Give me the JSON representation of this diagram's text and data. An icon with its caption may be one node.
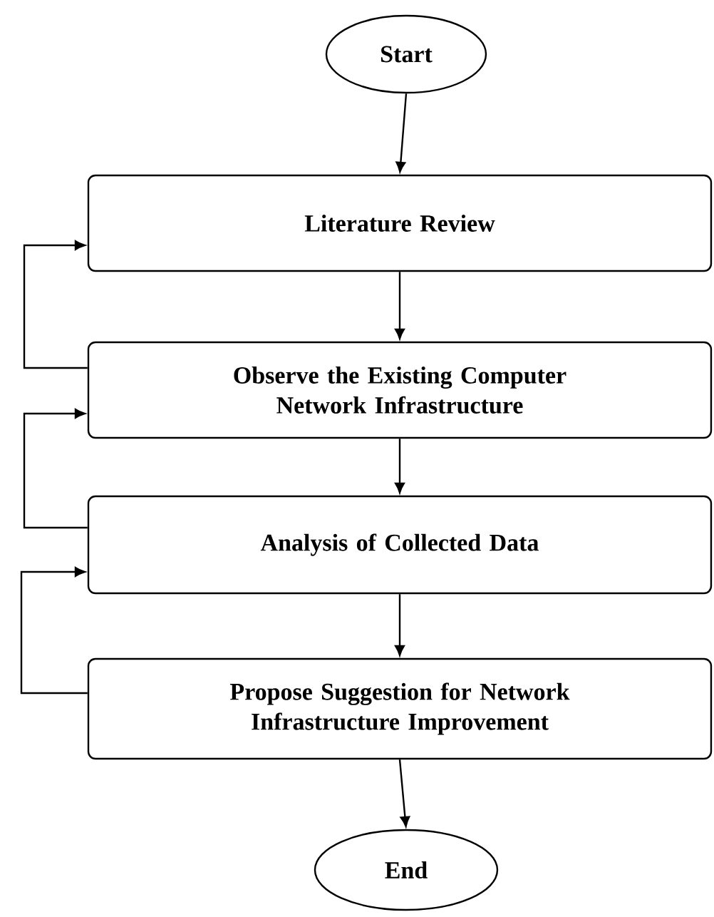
{
  "diagram": {
    "nodes": [
      {
        "text": [
          "Start"
        ]
      },
      {
        "text": [
          "Literature Review"
        ]
      },
      {
        "text": [
          "Observe the Existing Computer Network Infrastructure"
        ]
      },
      {
        "text": [
          "Analysis of Collected Data"
        ]
      },
      {
        "text": [
          "Propose Suggestion for Network Infrastructure Improvement"
        ]
      },
      {
        "text": [
          "End"
        ]
      }
    ],
    "edges": [
      {
        "from": 0,
        "to": 1,
        "arrow": "to"
      },
      {
        "from": 1,
        "to": 2,
        "arrow": "to"
      },
      {
        "from": 2,
        "to": 3,
        "arrow": "to"
      },
      {
        "from": 3,
        "to": 4,
        "arrow": "to"
      },
      {
        "from": 4,
        "to": 5,
        "arrow": "to"
      },
      {
        "from": 2,
        "to": 1,
        "arrow": "to"
      },
      {
        "from": 3,
        "to": 2,
        "arrow": "to"
      },
      {
        "from": 4,
        "to": 3,
        "arrow": "to"
      }
    ]
  }
}
